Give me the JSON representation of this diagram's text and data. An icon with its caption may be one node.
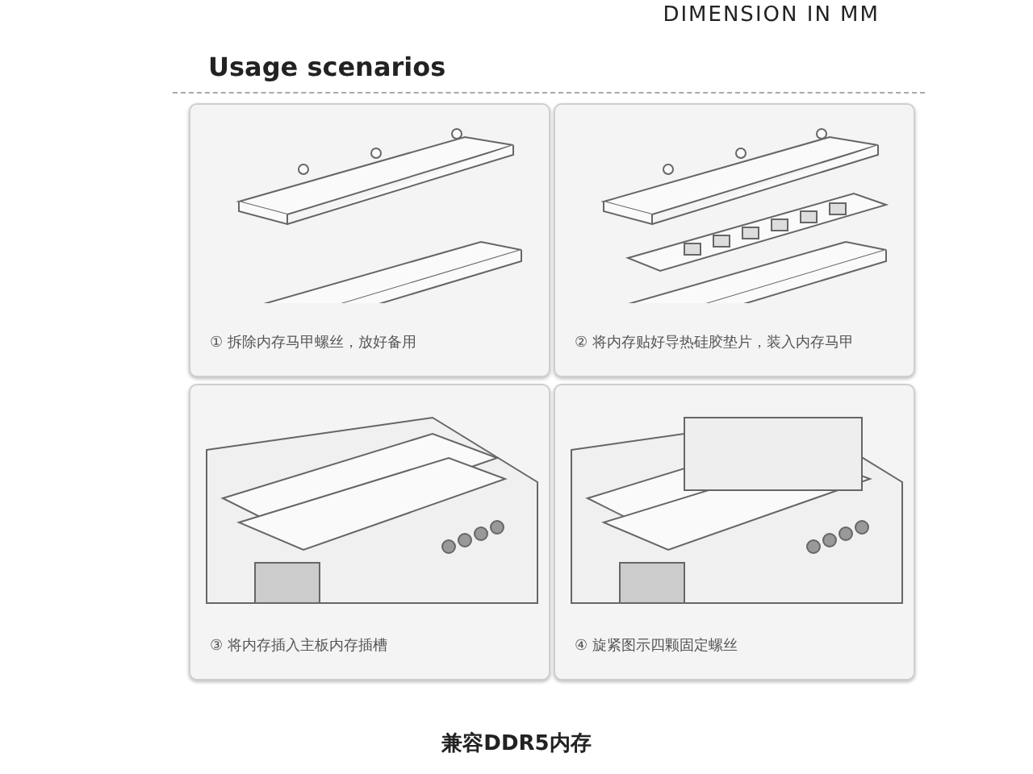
{
  "diagram": {
    "title": "Usage scenarios",
    "caption": "兼容DDR5内存",
    "nodes": [
      {
        "text": [
          "① 拆除内存马甲螺丝，放好备用"
        ]
      },
      {
        "text": [
          "② 将内存贴好导热硅胶垫片，装入内存马甲"
        ]
      },
      {
        "text": [
          "③ 将内存插入主板内存插槽"
        ]
      },
      {
        "text": [
          "④ 旋紧图示四颗固定螺丝"
        ]
      }
    ],
    "labels": [
      "DIMENSION IN MM"
    ]
  }
}
